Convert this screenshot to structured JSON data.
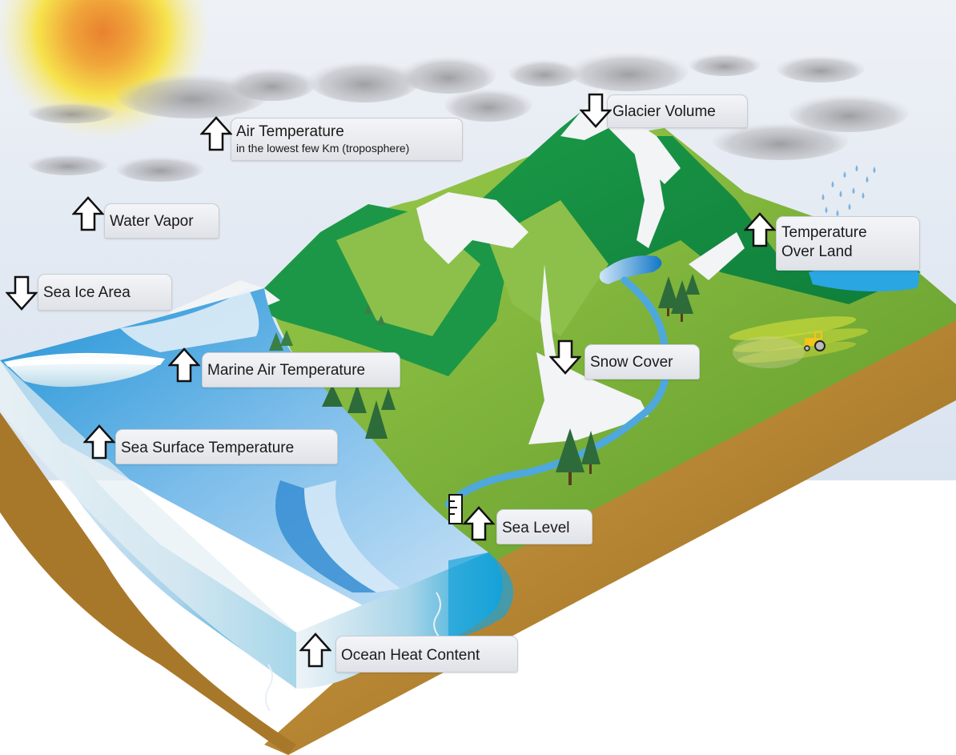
{
  "diagram": {
    "type": "climate-indicators-illustration",
    "legend_semantics": {
      "up-arrow": "increasing",
      "down-arrow": "decreasing"
    },
    "colors": {
      "sky_top": "#e3e8f0",
      "sky_bottom": "#cfdcec",
      "ocean": "#39a9e0",
      "ocean_deep": "#1a8fd0",
      "land_green": "#8cbf3f",
      "mountain_green": "#1e9e4a",
      "soil": "#a8782a",
      "snow": "#f3f5f7",
      "sun_core": "#e98330",
      "sun_glow": "#f6e34a",
      "label_bg": "#e6e8ec"
    }
  },
  "indicators": [
    {
      "id": "air-temperature",
      "label": "Air Temperature",
      "sublabel": "in the lowest few Km (troposphere)",
      "trend": "up"
    },
    {
      "id": "glacier-volume",
      "label": "Glacier Volume",
      "trend": "down"
    },
    {
      "id": "water-vapor",
      "label": "Water Vapor",
      "trend": "up"
    },
    {
      "id": "temperature-over-land",
      "label": "Temperature",
      "label_line2": "Over Land",
      "trend": "up"
    },
    {
      "id": "sea-ice-area",
      "label": "Sea Ice Area",
      "trend": "down"
    },
    {
      "id": "marine-air-temperature",
      "label": "Marine Air Temperature",
      "trend": "up"
    },
    {
      "id": "snow-cover",
      "label": "Snow Cover",
      "trend": "down"
    },
    {
      "id": "sea-surface-temperature",
      "label": "Sea Surface Temperature",
      "trend": "up"
    },
    {
      "id": "sea-level",
      "label": "Sea Level",
      "trend": "up"
    },
    {
      "id": "ocean-heat-content",
      "label": "Ocean Heat Content",
      "trend": "up"
    }
  ]
}
